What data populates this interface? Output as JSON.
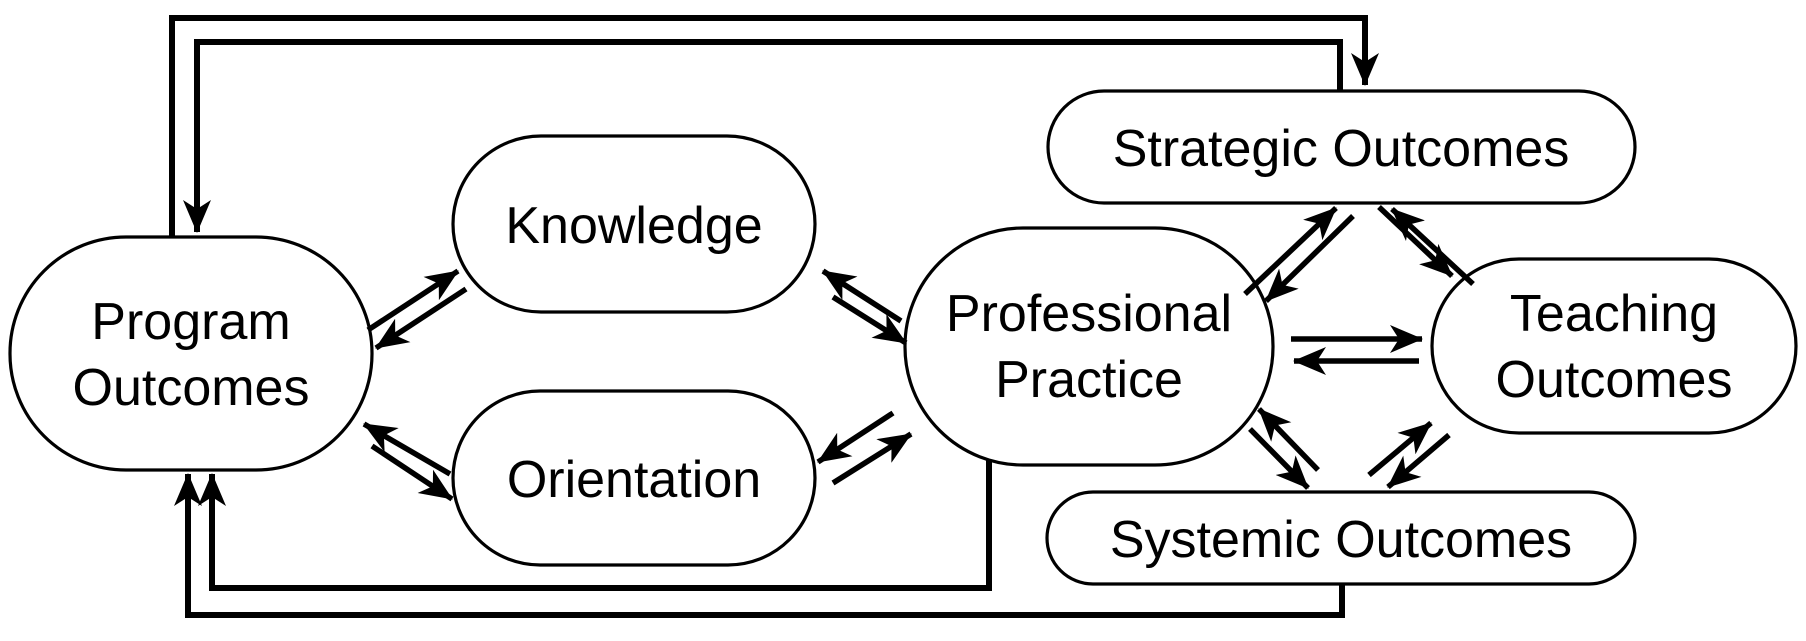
{
  "diagram": {
    "type": "concept-flow-diagram",
    "nodes": {
      "program_outcomes": {
        "label": "Program Outcomes",
        "lines": [
          "Program",
          "Outcomes"
        ]
      },
      "knowledge": {
        "label": "Knowledge",
        "lines": [
          "Knowledge"
        ]
      },
      "orientation": {
        "label": "Orientation",
        "lines": [
          "Orientation"
        ]
      },
      "professional_practice": {
        "label": "Professional Practice",
        "lines": [
          "Professional",
          "Practice"
        ]
      },
      "strategic_outcomes": {
        "label": "Strategic Outcomes",
        "lines": [
          "Strategic Outcomes"
        ]
      },
      "teaching_outcomes": {
        "label": "Teaching Outcomes",
        "lines": [
          "Teaching",
          "Outcomes"
        ]
      },
      "systemic_outcomes": {
        "label": "Systemic Outcomes",
        "lines": [
          "Systemic Outcomes"
        ]
      }
    },
    "edges": [
      {
        "from": "Program Outcomes",
        "to": "Knowledge",
        "style": "double-arrow-pair"
      },
      {
        "from": "Program Outcomes",
        "to": "Orientation",
        "style": "double-arrow-pair"
      },
      {
        "from": "Knowledge",
        "to": "Professional Practice",
        "style": "double-arrow-pair"
      },
      {
        "from": "Orientation",
        "to": "Professional Practice",
        "style": "double-arrow-pair"
      },
      {
        "from": "Professional Practice",
        "to": "Strategic Outcomes",
        "style": "double-arrow-pair"
      },
      {
        "from": "Professional Practice",
        "to": "Teaching Outcomes",
        "style": "double-arrow-pair"
      },
      {
        "from": "Professional Practice",
        "to": "Systemic Outcomes",
        "style": "double-arrow-pair"
      },
      {
        "from": "Strategic Outcomes",
        "to": "Teaching Outcomes",
        "style": "double-arrow-pair"
      },
      {
        "from": "Systemic Outcomes",
        "to": "Teaching Outcomes",
        "style": "double-arrow-pair"
      },
      {
        "from": "Program Outcomes",
        "to": "Strategic Outcomes",
        "style": "feedback-loop-top"
      },
      {
        "from": "Strategic Outcomes",
        "to": "Program Outcomes",
        "style": "feedback-loop-top"
      },
      {
        "from": "Professional Practice",
        "to": "Program Outcomes",
        "style": "feedback-loop-bottom"
      },
      {
        "from": "Systemic Outcomes",
        "to": "Program Outcomes",
        "style": "feedback-loop-bottom"
      }
    ],
    "colors": {
      "stroke": "#000000",
      "fill": "#ffffff",
      "background": "#ffffff"
    }
  }
}
